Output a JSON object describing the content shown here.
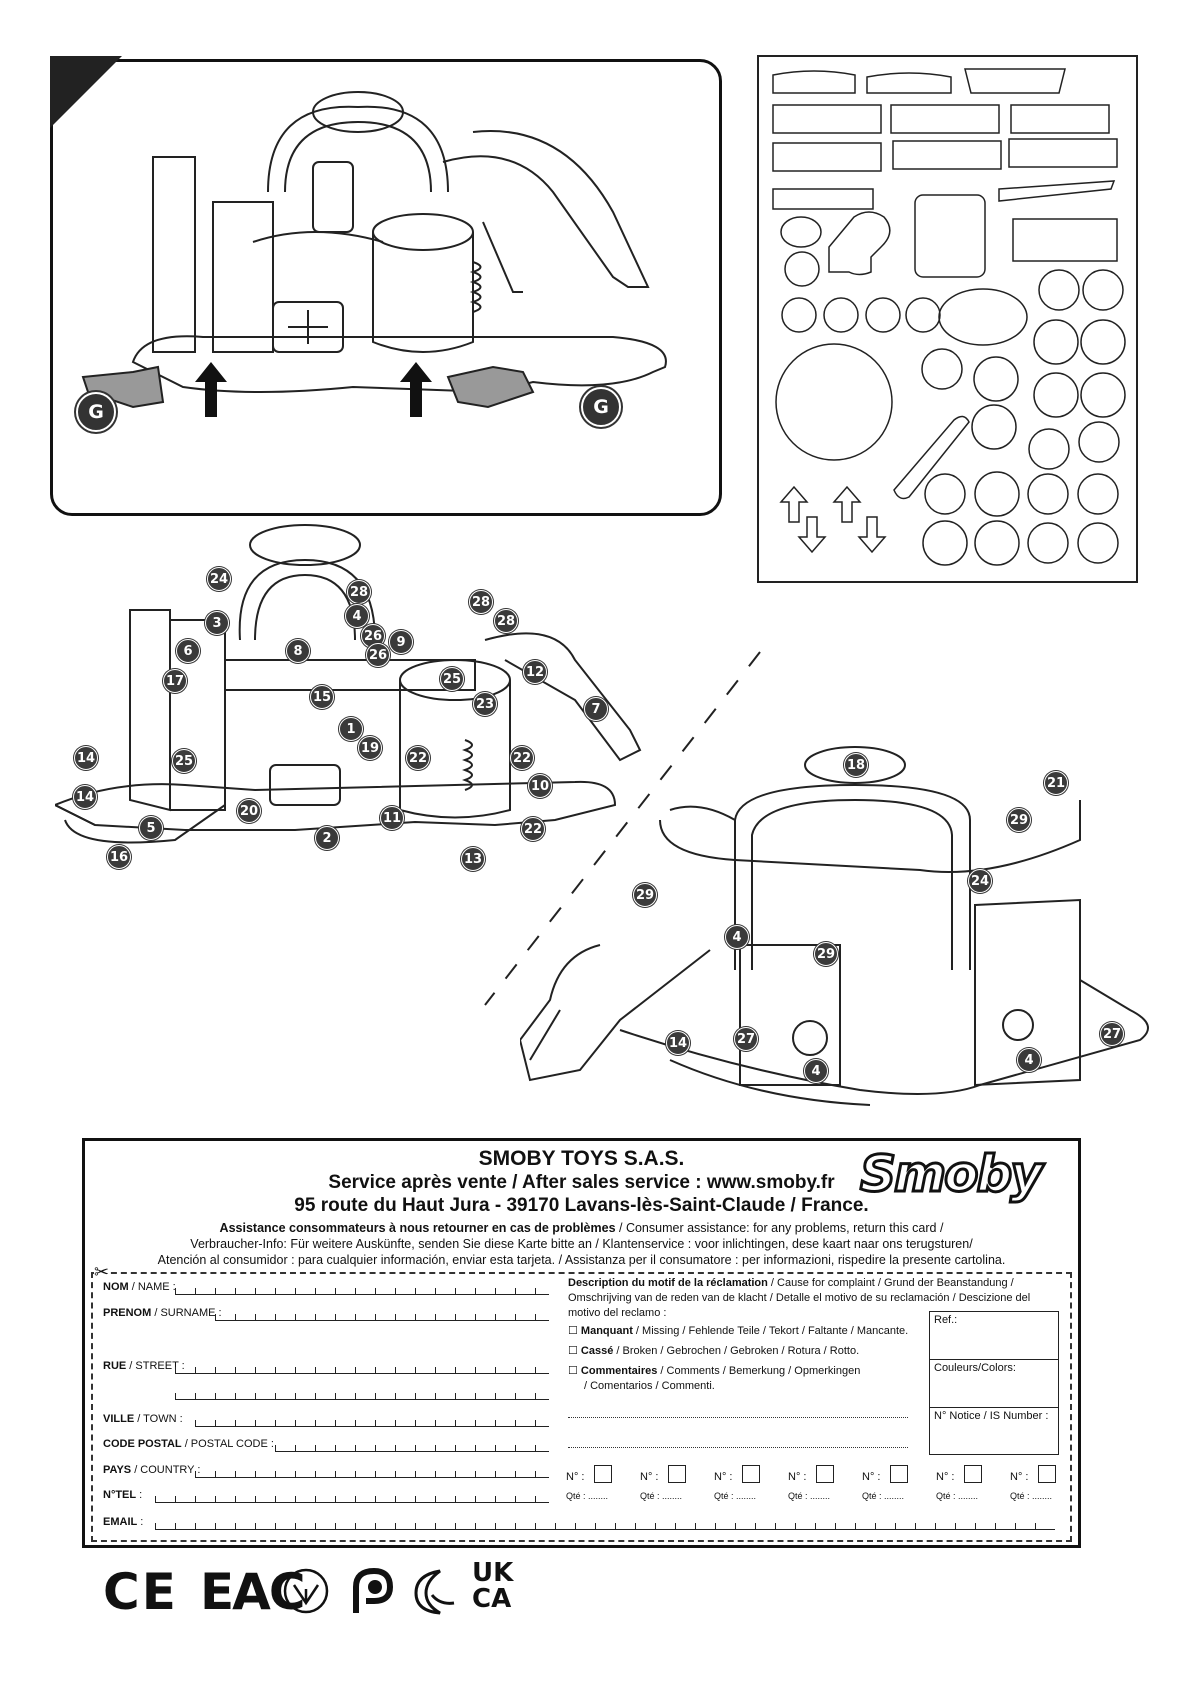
{
  "step_g_label": "G",
  "part_numbers_left": [
    "24",
    "28",
    "4",
    "3",
    "26",
    "9",
    "26",
    "6",
    "8",
    "17",
    "15",
    "25",
    "12",
    "23",
    "7",
    "1",
    "19",
    "22",
    "14",
    "25",
    "22",
    "10",
    "14",
    "20",
    "11",
    "5",
    "2",
    "22",
    "16",
    "13",
    "28",
    "28"
  ],
  "part_numbers_right": [
    "18",
    "21",
    "29",
    "29",
    "24",
    "4",
    "29",
    "27",
    "14",
    "4",
    "4",
    "27"
  ],
  "card": {
    "company": "SMOBY TOYS S.A.S.",
    "service": "Service après vente / After sales service : www.smoby.fr",
    "address": "95 route du Haut Jura - 39170 Lavans-lès-Saint-Claude / France.",
    "logo": "Smoby",
    "assist_bold": "Assistance consommateurs à nous retourner en cas de problèmes",
    "assist_rest": " / Consumer assistance: for any problems, return this card /",
    "line2": "Verbraucher-Info: Für weitere Auskünfte, senden Sie diese Karte bitte an / Klantenservice : voor inlichtingen, dese kaart naar ons terugsturen/",
    "line3": "Atención al consumidor : para cualquier información, enviar esta tarjeta. / Assistanza per il consumatore : per informazioni, rispedire la presente cartolina.",
    "fields": {
      "nom_b": "NOM",
      "nom": " / NAME :",
      "prenom_b": "PRENOM",
      "prenom": " / SURNAME :",
      "rue_b": "RUE",
      "rue": " / STREET :",
      "ville_b": "VILLE",
      "ville": " / TOWN :",
      "cp_b": "CODE POSTAL",
      "cp": " / POSTAL CODE :",
      "pays_b": "PAYS",
      "pays": " / COUNTRY :",
      "tel_b": "N°TEL",
      "tel": " :",
      "email_b": "EMAIL",
      "email": " :"
    },
    "desc_b": "Description du motif de la réclamation",
    "desc_rest1": " / Cause for complaint / Grund der Beanstandung /",
    "desc_line2": "Omschrijving van de reden van de klacht / Detalle el motivo de su reclamación / Descizione del",
    "desc_line3": "motivo del reclamo :",
    "manquant_b": "Manquant",
    "manquant": " / Missing / Fehlende Teile / Tekort / Faltante / Mancante.",
    "casse_b": "Cassé",
    "casse": " / Broken / Gebrochen / Gebroken / Rotura / Rotto.",
    "comm_b": "Commentaires",
    "comm": " / Comments / Bemerkung / Opmerkingen",
    "comm2": "/ Comentarios / Commenti.",
    "ref": "Ref.:",
    "colors": "Couleurs/Colors:",
    "notice": "N° Notice / IS Number :",
    "n_label": "N° :",
    "qte_label": "Qté : ........"
  },
  "certifications": [
    "CE",
    "EAC",
    "UK",
    "CA"
  ]
}
